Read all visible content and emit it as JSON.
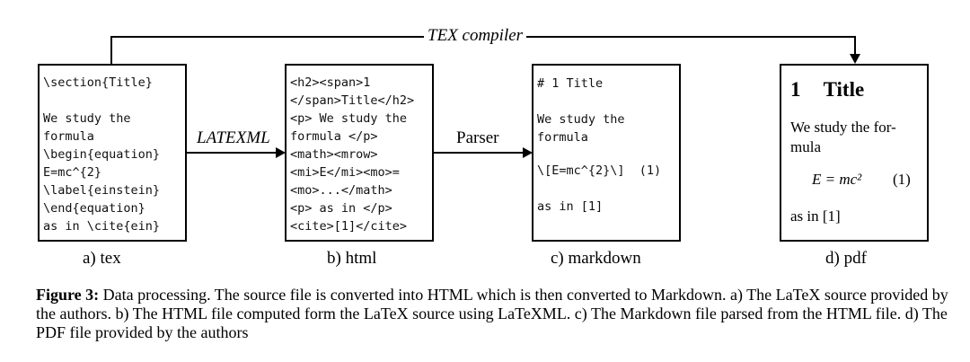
{
  "edges": {
    "compiler": "TEX compiler",
    "latexml": "LATEXML",
    "parser": "Parser"
  },
  "boxes": {
    "tex": {
      "lines": [
        "\\section{Title}",
        "",
        "We study the",
        "formula",
        "\\begin{equation}",
        "E=mc^{2}",
        "\\label{einstein}",
        "\\end{equation}",
        "as in \\cite{ein}"
      ],
      "label": "a) tex"
    },
    "html": {
      "lines": [
        "<h2><span>1",
        "</span>Title</h2>",
        "<p> We study the",
        "formula </p>",
        "<math><mrow>",
        "<mi>E</mi><mo>=",
        "<mo>...</math>",
        "<p> as in </p>",
        "<cite>[1]</cite>"
      ],
      "label": "b) html"
    },
    "markdown": {
      "lines": [
        "# 1 Title",
        "",
        "We study the",
        "formula",
        "",
        "\\[E=mc^{2}\\]  (1)",
        "",
        "as in [1]"
      ],
      "label": "c) markdown"
    },
    "pdf": {
      "heading_number": "1",
      "heading_title": "Title",
      "text_line1": "We study the for-",
      "text_line2": "mula",
      "equation": "E = mc²",
      "equation_number": "(1)",
      "text_line3": "as in [1]",
      "label": "d) pdf"
    }
  },
  "caption": {
    "bold": "Figure 3:",
    "text": " Data processing. The source file is converted into HTML which is then converted to Markdown. a) The LaTeX source provided by the authors. b) The HTML file computed form the LaTeX source using LaTeXML. c) The Markdown file parsed from the HTML file. d) The PDF file provided by the authors"
  }
}
